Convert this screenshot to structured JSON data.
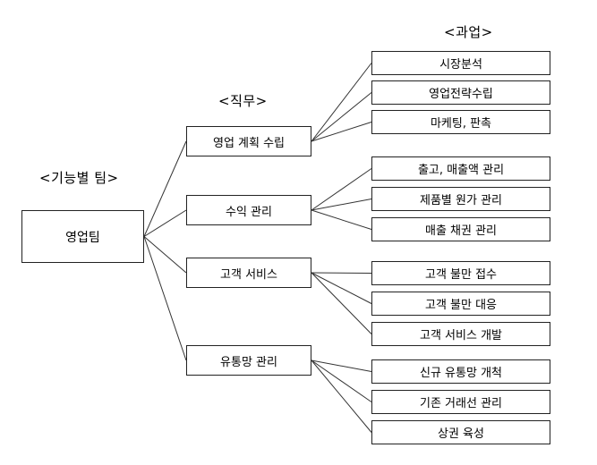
{
  "headers": {
    "team": "<기능별 팀>",
    "duty": "<직무>",
    "task": "<과업>"
  },
  "root": {
    "label": "영업팀"
  },
  "duties": [
    {
      "label": "영업 계획 수립",
      "tasks": [
        "시장분석",
        "영업전략수립",
        "마케팅, 판촉"
      ]
    },
    {
      "label": "수익 관리",
      "tasks": [
        "출고, 매출액 관리",
        "제품별 원가 관리",
        "매출 채권 관리"
      ]
    },
    {
      "label": "고객 서비스",
      "tasks": [
        "고객 불만 접수",
        "고객 불만 대응",
        "고객 서비스 개발"
      ]
    },
    {
      "label": "유통망 관리",
      "tasks": [
        "신규 유통망 개척",
        "기존 거래선 관리",
        "상권 육성"
      ]
    }
  ]
}
